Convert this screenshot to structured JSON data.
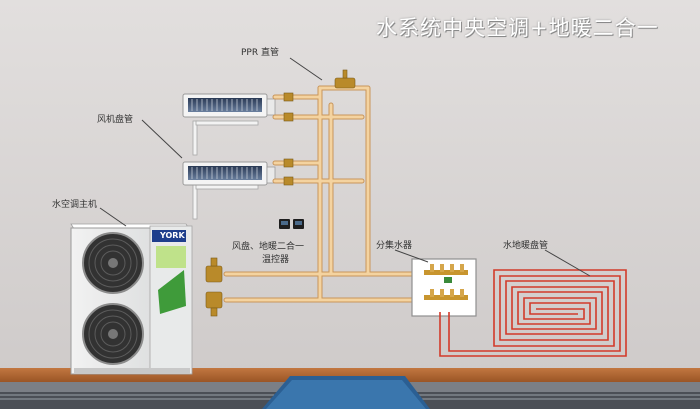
{
  "title": "水系统中央空调+地暖二合一",
  "labels": {
    "ppr_pipe": "PPR 直管",
    "fan_coil": "风机盘管",
    "chiller": "水空调主机",
    "controller_line1": "风盘、地暖二合一",
    "controller_line2": "温控器",
    "manifold": "分集水器",
    "floor_coil": "水地暖盘管",
    "brand": "YORK"
  },
  "colors": {
    "wall": "#d9d6d5",
    "pipe": "#f1c98e",
    "floor_heating_pipe": "#d23a2a",
    "wood_floor": "#b46a33"
  }
}
